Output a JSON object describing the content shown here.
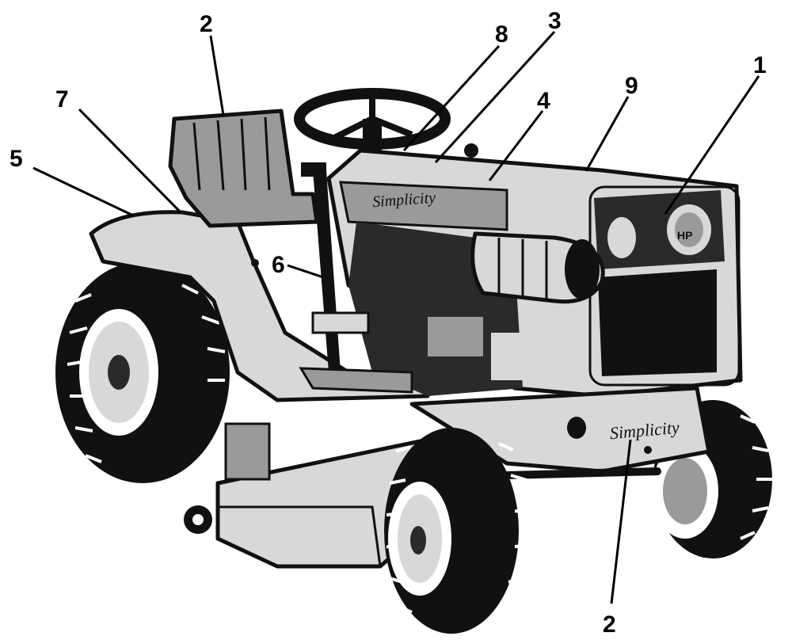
{
  "callouts": [
    {
      "id": "c1",
      "label": "1"
    },
    {
      "id": "c2a",
      "label": "2"
    },
    {
      "id": "c2b",
      "label": "2"
    },
    {
      "id": "c3",
      "label": "3"
    },
    {
      "id": "c4",
      "label": "4"
    },
    {
      "id": "c5",
      "label": "5"
    },
    {
      "id": "c6",
      "label": "6"
    },
    {
      "id": "c7",
      "label": "7"
    },
    {
      "id": "c8",
      "label": "8"
    },
    {
      "id": "c9",
      "label": "9"
    }
  ],
  "branding": {
    "hood_badge": "Simplicity",
    "grille_emblem": "Simplicity",
    "decal": "HP"
  }
}
